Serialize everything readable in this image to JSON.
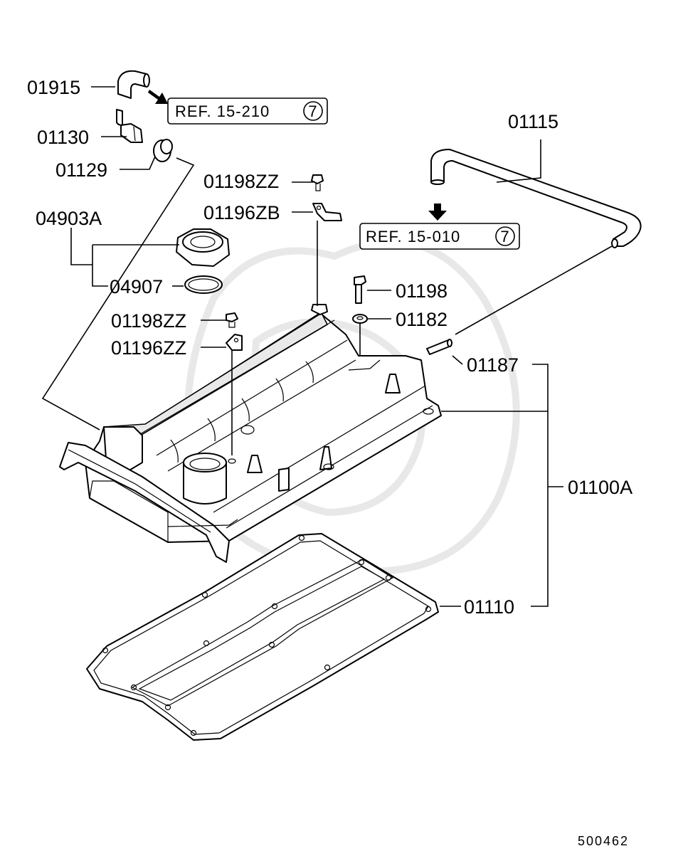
{
  "labels": {
    "p01915": "01915",
    "p01130": "01130",
    "p01129": "01129",
    "p04903A": "04903A",
    "p04907": "04907",
    "p01198ZZ_top": "01198ZZ",
    "p01196ZB": "01196ZB",
    "p01115": "01115",
    "p01198": "01198",
    "p01182": "01182",
    "p01198ZZ_mid": "01198ZZ",
    "p01196ZZ": "01196ZZ",
    "p01187": "01187",
    "p01100A": "01100A",
    "p01110": "01110"
  },
  "refs": {
    "ref_top": {
      "text": "REF. 15-210",
      "circled": "7"
    },
    "ref_right": {
      "text": "REF. 15-010",
      "circled": "7"
    }
  },
  "footer": {
    "diagram_number": "500462"
  },
  "colors": {
    "line": "#000000",
    "background": "#ffffff",
    "watermark": "#e6e6e6"
  }
}
